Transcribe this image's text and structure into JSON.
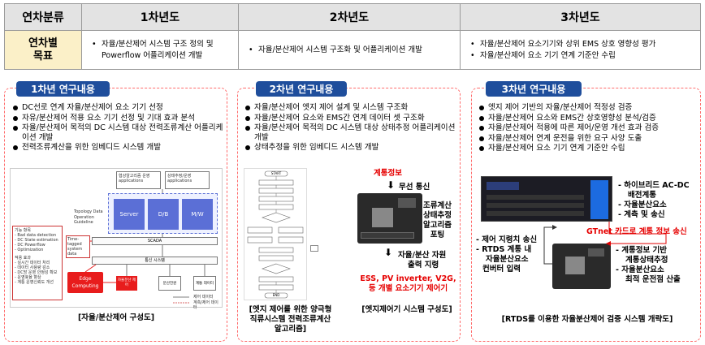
{
  "table": {
    "headers": [
      "연차분류",
      "1차년도",
      "2차년도",
      "3차년도"
    ],
    "row_label": [
      "연차별",
      "목표"
    ],
    "goals": {
      "y1": [
        "자율/분산제어 시스템 구조 정의 및",
        "Powerflow 어플리케이션 개발"
      ],
      "y2": [
        "자율/분산제어 시스템 구조화 및 어플리케이션 개발"
      ],
      "y3": [
        "자율/분산제어 요소기기와 상위 EMS 상호 영향성 평가",
        "자율/분산제어 요소 기기 연계 기준안 수립"
      ]
    }
  },
  "panel1": {
    "title": "1차년 연구내용",
    "bullets": [
      "DC선로 연계 자율/분산제어 요소 기기 선정",
      "자유/분산제어 적용 요소 기기 선정 및 기대 효과 분석",
      "자율/분산제어 목적의 DC 시스템 대상 전력조류계산 어플리케이션 개발",
      "전력조류계산을 위한 임베디드 시스템 개발"
    ],
    "diagram": {
      "top_box1": "협상알고리즘 운영 applications",
      "top_box2": "상태추정/운영 applications",
      "server": "Server",
      "db": "D/B",
      "mw": "M/W",
      "topology": "Topology Data",
      "operation": "Operation Guideline",
      "time_tagged": "Time-tagged system data",
      "scada": "SCADA",
      "comm": "통신 시스템",
      "edge": "Edge Computing",
      "unit1": "자율분산 제어",
      "unit2": "분산전원",
      "unit3": "계통 데이터",
      "left_list": [
        "기능 항목",
        "- Bad data detection",
        "- DC State estimation",
        "- DC Powerflow",
        "- Optimization",
        "",
        "적용 효과",
        "- 실시간 데이터 처리",
        "- 데이터 사용량 감소",
        "- DC망 운영 안정성 확보",
        "- 운영효율 향상",
        "- 계통 운영신뢰도 개선"
      ],
      "legend": [
        "제어 데이터",
        "계측/제어 데이터"
      ]
    },
    "caption": "[자율/분산제어 구성도]"
  },
  "panel2": {
    "title": "2차년 연구내용",
    "bullets": [
      "자율/분산제어 엣지 제어 설계 및 시스템 구조화",
      "자율/분산제어 요소와 EMS간 연계 데이터 셋 구조화",
      "자율/분산제어 목적의 DC 시스템 대상 상태추정 어플리케이션 개발",
      "상태추정을 위한 임베디드 시스템 개발"
    ],
    "grid_info": "계통정보",
    "wireless": "무선 통신",
    "algo": [
      "조류계산",
      "상태추정",
      "알고리즘",
      "포팅"
    ],
    "resource": [
      "자율/분산 자원",
      "출력 지령"
    ],
    "devices": [
      "ESS, PV inverter, V2G,",
      "등 개별 요소기기 제어기"
    ],
    "flow_start": "START",
    "flow_end": "END",
    "caption_left": [
      "[엣지 제어를 위한 양극형",
      "직류시스템 전력조류계산",
      "알고리즘]"
    ],
    "caption_right": "[엣지제어기 시스템 구성도]"
  },
  "panel3": {
    "title": "3차년 연구내용",
    "bullets": [
      "엣지 제어 기반의 자율/분산제어 적정성 검증",
      "자율/분산제어 요소와 EMS간 상호영향성 분석/검증",
      "자율/분산제어 적용에 따른 제어/운영 개선 효과 검증",
      "자율/분산제어 연계 운전을 위한 요구 사양 도출",
      "자율/분산제어 요소 기기 연계 기준안 수립"
    ],
    "right_labels": [
      "하이브리드 AC-DC",
      "배전계통",
      "자율분산요소",
      "계측 및 송신"
    ],
    "gtnet": "GTnet 카드로 계통 정보 송신",
    "left_labels": [
      "제어 지령치 송신",
      "RTDS 계통 내",
      "자율분산요소",
      "컨버터 입력"
    ],
    "right_labels2": [
      "계통정보 기반",
      "계통상태추정",
      "자율분산요소",
      "최적 운전점 산출"
    ],
    "caption": "[RTDS를 이용한 자율분산제어 검증 시스템 개략도]"
  }
}
